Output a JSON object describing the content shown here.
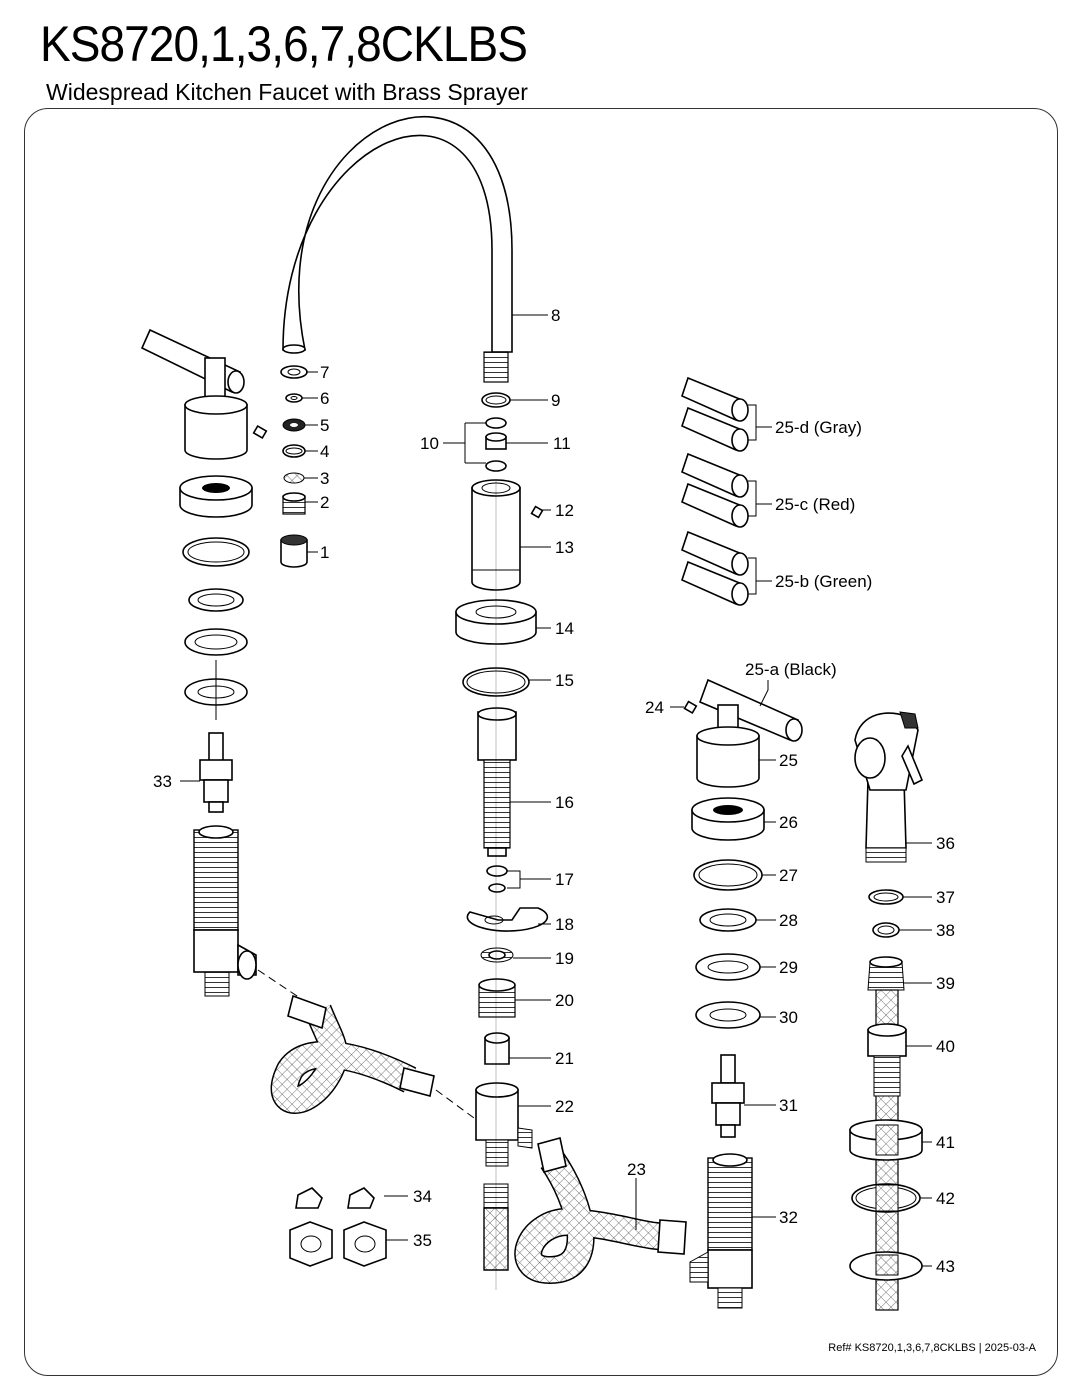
{
  "header": {
    "model": "KS8720,1,3,6,7,8CKLBS",
    "subtitle": "Widespread Kitchen Faucet with Brass Sprayer"
  },
  "footer": {
    "reference": "Ref# KS8720,1,3,6,7,8CKLBS | 2025-03-A"
  },
  "callouts": {
    "p1": "1",
    "p2": "2",
    "p3": "3",
    "p4": "4",
    "p5": "5",
    "p6": "6",
    "p7": "7",
    "p8": "8",
    "p9": "9",
    "p10": "10",
    "p11": "11",
    "p12": "12",
    "p13": "13",
    "p14": "14",
    "p15": "15",
    "p16": "16",
    "p17": "17",
    "p18": "18",
    "p19": "19",
    "p20": "20",
    "p21": "21",
    "p22": "22",
    "p23": "23",
    "p24": "24",
    "p25": "25",
    "p25a": "25-a (Black)",
    "p25b": "25-b (Green)",
    "p25c": "25-c (Red)",
    "p25d": "25-d (Gray)",
    "p26": "26",
    "p27": "27",
    "p28": "28",
    "p29": "29",
    "p30": "30",
    "p31": "31",
    "p32": "32",
    "p33": "33",
    "p34": "34",
    "p35": "35",
    "p36": "36",
    "p37": "37",
    "p38": "38",
    "p39": "39",
    "p40": "40",
    "p41": "41",
    "p42": "42",
    "p43": "43"
  }
}
